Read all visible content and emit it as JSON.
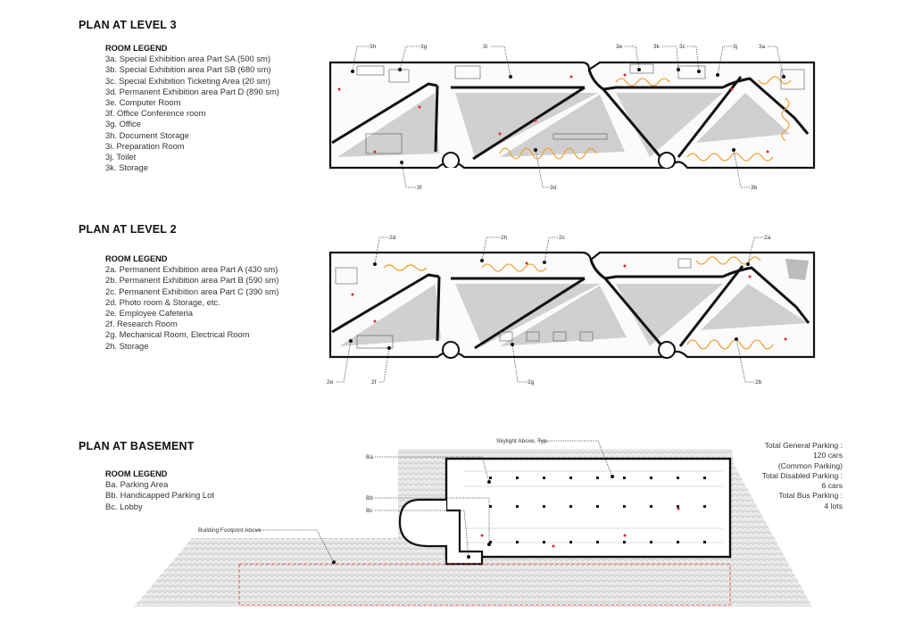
{
  "level3": {
    "title": "PLAN AT LEVEL 3",
    "legend_heading": "ROOM LEGEND",
    "rooms": [
      "3a. Special Exhibition area Part SA (500 sm)",
      "3b. Special Exhibition area Part SB (680 sm)",
      "3c. Special Exhibition Ticketing Area (20 sm)",
      "3d. Permanent Exhibition area Part D (890 sm)",
      "3e. Computer Room",
      "3f. Office Conference room",
      "3g. Office",
      "3h. Document Storage",
      "3i. Preparation Room",
      "3j. Toilet",
      "3k. Storage"
    ],
    "callouts": [
      "3h",
      "3g",
      "3i",
      "3e",
      "3k",
      "3c",
      "3j",
      "3a",
      "3f",
      "3d",
      "3b"
    ]
  },
  "level2": {
    "title": "PLAN AT LEVEL 2",
    "legend_heading": "ROOM LEGEND",
    "rooms": [
      "2a. Permanent Exhibition area Part A (430 sm)",
      "2b. Permanent Exhibition area Part B (590 sm)",
      "2c. Permanent Exhibition area Part C (390 sm)",
      "2d. Photo room & Storage, etc.",
      "2e. Employee Cafeteria",
      "2f. Research Room",
      "2g. Mechanical Room, Electrical Room",
      "2h. Storage"
    ],
    "callouts": [
      "2d",
      "2h",
      "2c",
      "2a",
      "2e",
      "2f",
      "2g",
      "2b"
    ]
  },
  "basement": {
    "title": "PLAN AT BASEMENT",
    "legend_heading": "ROOM LEGEND",
    "rooms": [
      "Ba. Parking Area",
      "Bb. Handicapped Parking Lot",
      "Bc. Lobby"
    ],
    "callouts": [
      "Ba",
      "Bb",
      "Bc"
    ],
    "skylight_label": "Skylight Above, Typ.",
    "footprint_label": "Building Footprint Above",
    "stats": [
      "Total General Parking :",
      "120 cars",
      "(Common Parking)",
      "Total Disabled Parking :",
      "6 cars",
      "Total Bus Parking :",
      "4 lots"
    ]
  },
  "colors": {
    "wall": "#111111",
    "void_gray": "#d2d2d2",
    "hatch": "#b9b9b9",
    "path_orange": "#f0a33a",
    "marker_red": "#e0272b",
    "footprint_red": "#d94040"
  }
}
